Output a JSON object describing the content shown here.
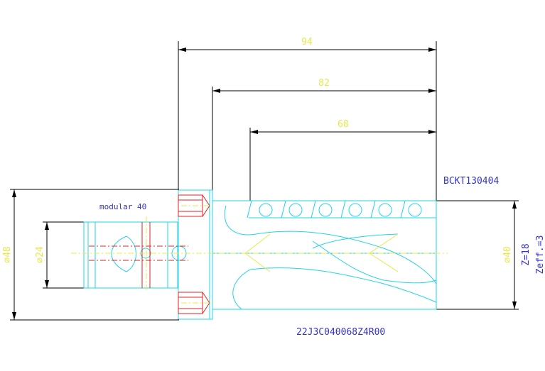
{
  "dimensions": {
    "length_94": "94",
    "length_82": "82",
    "length_68": "68",
    "dia_48": "⌀48",
    "dia_24": "⌀24",
    "dia_40": "⌀40"
  },
  "labels": {
    "insert": "BCKT130404",
    "modular": "modular 40",
    "part_code": "22J3C040068Z4R00",
    "z_count": "Z=18",
    "z_eff": "Zeff.=3"
  },
  "colors": {
    "dimension": "#e8e84a",
    "outline": "#22d4e6",
    "annotation": "#3333cc",
    "hidden": "#e02020",
    "dimension_line": "#000000"
  }
}
